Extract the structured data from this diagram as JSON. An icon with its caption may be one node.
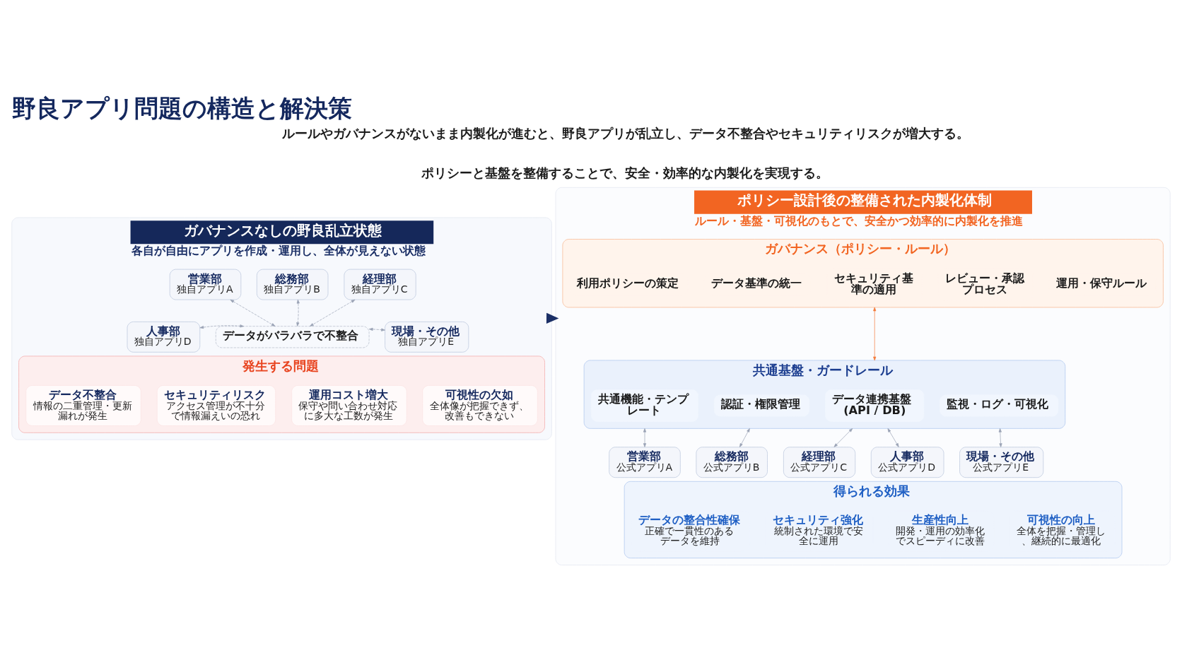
{
  "diagram": {
    "title": "野良アプリ問題の構造と解決策",
    "nodes": [
      {
        "text": [
          "ガバナンスなしの野良乱立状態",
          "各自が自由にアプリを作成・運用し、全体が見えない状態"
        ]
      },
      {
        "text": [
          "営業部",
          "独自アプリA"
        ],
        "in": 0
      },
      {
        "text": [
          "総務部",
          "独自アプリB"
        ],
        "in": 0
      },
      {
        "text": [
          "経理部",
          "独自アプリC"
        ],
        "in": 0
      },
      {
        "text": [
          "人事部",
          "独自アプリD"
        ],
        "in": 0
      },
      {
        "text": [
          "データがバラバラで不整合"
        ],
        "in": 0
      },
      {
        "text": [
          "現場・その他",
          "独自アプリE"
        ],
        "in": 0
      },
      {
        "text": [
          "発生する問題"
        ],
        "in": 0
      },
      {
        "text": [
          "データ不整合",
          "情報の二重管理・更新漏れが発生"
        ],
        "in": 7
      },
      {
        "text": [
          "セキュリティリスク",
          "アクセス管理が不十分で情報漏えいの恐れ"
        ],
        "in": 7
      },
      {
        "text": [
          "運用コスト増大",
          "保守や問い合わせ対応に多大な工数が発生"
        ],
        "in": 7
      },
      {
        "text": [
          "可視性の欠如",
          "全体像が把握できず、改善もできない"
        ],
        "in": 7
      },
      {
        "text": [
          "ポリシー設計後の整備された内製化体制",
          "ルール・基盤・可視化のもとで、安全かつ効率的に内製化を推進"
        ]
      },
      {
        "text": [
          "ガバナンス（ポリシー・ルール）"
        ],
        "in": 12
      },
      {
        "text": [
          "利用ポリシーの策定"
        ],
        "in": 13
      },
      {
        "text": [
          "データ基準の統一"
        ],
        "in": 13
      },
      {
        "text": [
          "セキュリティ基準の適用"
        ],
        "in": 13
      },
      {
        "text": [
          "レビュー・承認プロセス"
        ],
        "in": 13
      },
      {
        "text": [
          "運用・保守ルール"
        ],
        "in": 13
      },
      {
        "text": [
          "共通基盤・ガードレール"
        ],
        "in": 12
      },
      {
        "text": [
          "共通機能・テンプレート"
        ],
        "in": 19
      },
      {
        "text": [
          "認証・権限管理"
        ],
        "in": 19
      },
      {
        "text": [
          "データ連携基盤 (API / DB)"
        ],
        "in": 19
      },
      {
        "text": [
          "監視・ログ・可視化"
        ],
        "in": 19
      },
      {
        "text": [
          "営業部",
          "公式アプリA"
        ],
        "in": 12
      },
      {
        "text": [
          "総務部",
          "公式アプリB"
        ],
        "in": 12
      },
      {
        "text": [
          "経理部",
          "公式アプリC"
        ],
        "in": 12
      },
      {
        "text": [
          "人事部",
          "公式アプリD"
        ],
        "in": 12
      },
      {
        "text": [
          "現場・その他",
          "公式アプリE"
        ],
        "in": 12
      },
      {
        "text": [
          "得られる効果"
        ],
        "in": 12
      },
      {
        "text": [
          "データの整合性確保",
          "正確で一貫性のあるデータを維持"
        ],
        "in": 29
      },
      {
        "text": [
          "セキュリティ強化",
          "統制された環境で安全に運用"
        ],
        "in": 29
      },
      {
        "text": [
          "生産性向上",
          "開発・運用の効率化でスピーディに改善"
        ],
        "in": 29
      },
      {
        "text": [
          "可視性の向上",
          "全体を把握・管理し、継続的に最適化"
        ],
        "in": 29
      }
    ],
    "edges": [
      {
        "from": 1,
        "to": 5,
        "arrow": "both",
        "style": "dashed"
      },
      {
        "from": 2,
        "to": 5,
        "arrow": "both",
        "style": "dashed"
      },
      {
        "from": 3,
        "to": 5,
        "arrow": "both",
        "style": "dashed"
      },
      {
        "from": 4,
        "to": 5,
        "arrow": "both",
        "style": "dashed"
      },
      {
        "from": 5,
        "to": 6,
        "arrow": "both",
        "style": "dashed"
      },
      {
        "from": 0,
        "to": 12,
        "arrow": "to",
        "style": "thick",
        "color": "#1b2f66"
      },
      {
        "from": 13,
        "to": 19,
        "arrow": "both",
        "color": "#f47c3c"
      },
      {
        "from": 19,
        "to": 24,
        "arrow": "both"
      },
      {
        "from": 19,
        "to": 25,
        "arrow": "both"
      },
      {
        "from": 19,
        "to": 26,
        "arrow": "both"
      },
      {
        "from": 19,
        "to": 27,
        "arrow": "both"
      },
      {
        "from": 19,
        "to": 28,
        "arrow": "both"
      }
    ],
    "labels": [
      "ルールやガバナンスがないまま内製化が進むと、野良アプリが乱立し、データ不整合やセキュリティリスクが増大する。",
      "ポリシーと基盤を整備することで、安全・効率的な内製化を実現する。"
    ]
  }
}
